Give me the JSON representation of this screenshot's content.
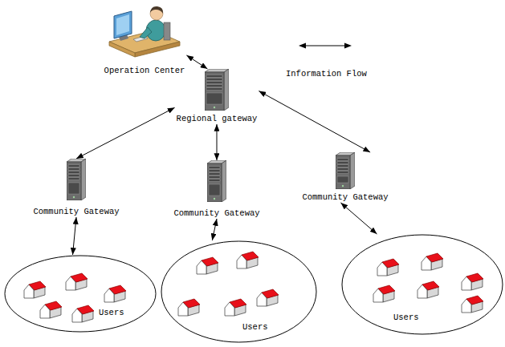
{
  "diagram": {
    "nodes": [
      {
        "text": [
          "Operation Center"
        ]
      },
      {
        "text": [
          "Regional gateway"
        ]
      },
      {
        "text": [
          "Community Gateway"
        ]
      },
      {
        "text": [
          "Community Gateway"
        ]
      },
      {
        "text": [
          "Community Gateway"
        ]
      },
      {
        "text": [
          "Users"
        ]
      },
      {
        "text": [
          "Users"
        ]
      },
      {
        "text": [
          "Users"
        ]
      }
    ],
    "edges": [
      {
        "from": 0,
        "to": 1,
        "arrow": "both"
      },
      {
        "from": 1,
        "to": 2,
        "arrow": "both"
      },
      {
        "from": 1,
        "to": 3,
        "arrow": "both"
      },
      {
        "from": 1,
        "to": 4,
        "arrow": "both"
      },
      {
        "from": 2,
        "to": 5,
        "arrow": "both"
      },
      {
        "from": 3,
        "to": 6,
        "arrow": "both"
      },
      {
        "from": 4,
        "to": 7,
        "arrow": "both"
      }
    ],
    "legend": [
      {
        "text": "Information Flow"
      }
    ]
  }
}
